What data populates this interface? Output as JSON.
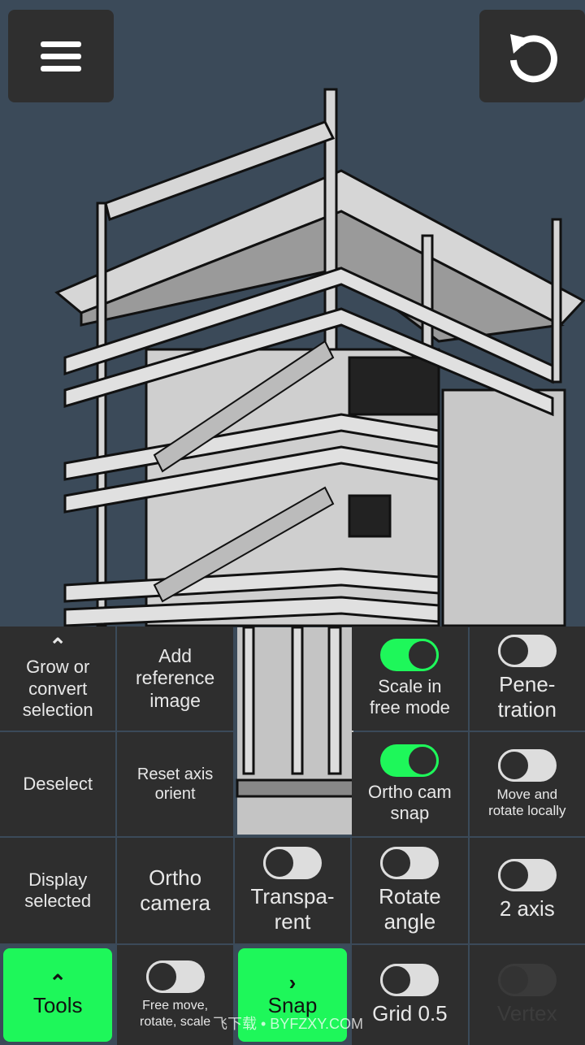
{
  "top": {
    "menu_icon": "hamburger-icon",
    "undo_icon": "undo-icon"
  },
  "panel": {
    "grow": "Grow or convert selection",
    "add_ref": "Add reference image",
    "scale_free": "Scale in free mode",
    "scale_free_on": true,
    "penetration": "Pene-tration",
    "penetration_on": false,
    "deselect": "Deselect",
    "reset_axis": "Reset axis orient",
    "ortho_snap": "Ortho cam snap",
    "ortho_snap_on": true,
    "move_local": "Move and rotate locally",
    "move_local_on": false,
    "display_selected": "Display selected",
    "ortho_camera": "Ortho camera",
    "transparent": "Transpa-rent",
    "transparent_on": false,
    "rotate_angle": "Rotate angle",
    "rotate_angle_on": false,
    "two_axis": "2 axis",
    "two_axis_on": false,
    "tools": "Tools",
    "free_move": "Free move, rotate, scale",
    "free_move_on": false,
    "snap": "Snap",
    "grid": "Grid 0.5",
    "grid_on": false,
    "vertex": "Vertex",
    "vertex_enabled": false
  },
  "colors": {
    "accent": "#1ef75a",
    "panel": "#2e2e2e",
    "viewport": "#3b4a59"
  },
  "watermark": "飞下载 • BYFZXY.COM"
}
